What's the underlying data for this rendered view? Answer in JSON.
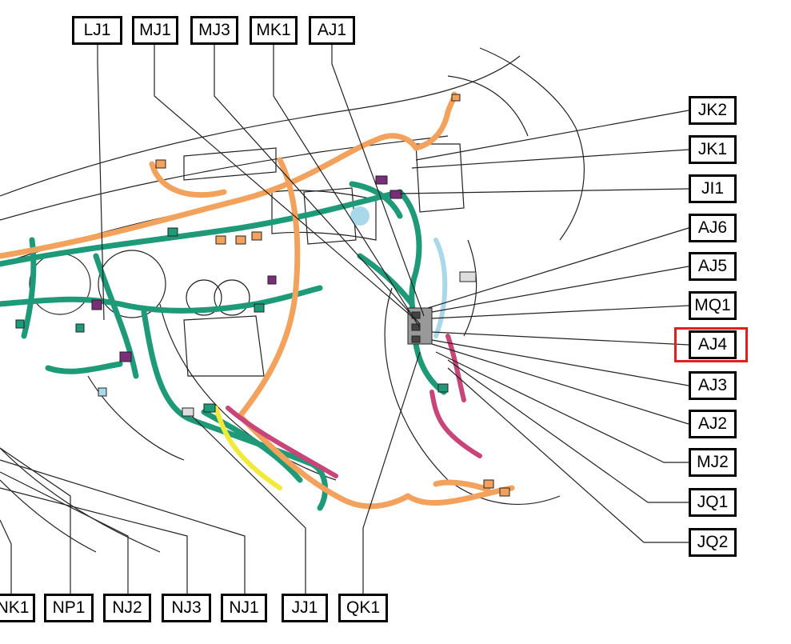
{
  "labels": {
    "top": [
      "LJ1",
      "MJ1",
      "MJ3",
      "MK1",
      "AJ1"
    ],
    "right": [
      "JK2",
      "JK1",
      "JI1",
      "AJ6",
      "AJ5",
      "MQ1",
      "AJ4",
      "AJ3",
      "AJ2",
      "MJ2",
      "JQ1",
      "JQ2"
    ],
    "bottom": [
      "NK1",
      "NP1",
      "NJ2",
      "NJ3",
      "NJ1",
      "JJ1",
      "QK1"
    ]
  },
  "highlighted_label": "AJ4",
  "colors": {
    "harness_teal": "#1f9a78",
    "harness_orange": "#f2a25c",
    "harness_pink": "#c8457a",
    "harness_yellow": "#f2ea3a",
    "harness_lightblue": "#a9d8ea",
    "connector_purple": "#7a2e7a",
    "highlight_red": "#e02020"
  }
}
